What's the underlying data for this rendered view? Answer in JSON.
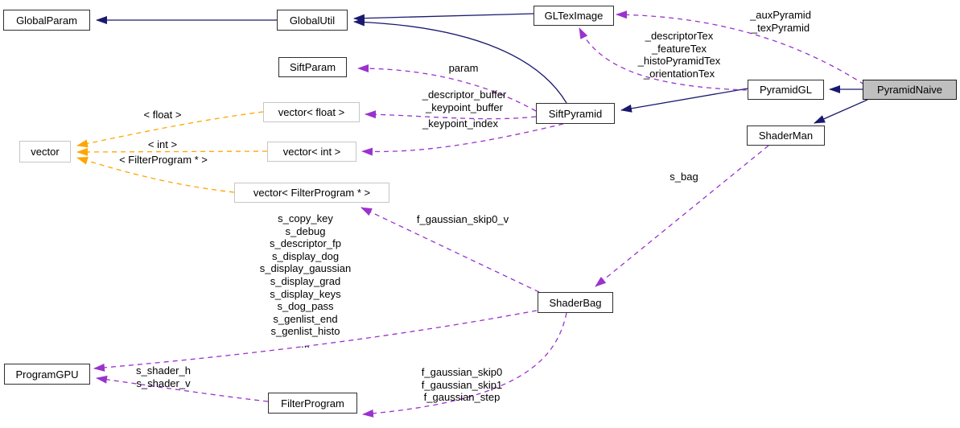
{
  "nodes": {
    "global_param": {
      "label": "GlobalParam"
    },
    "global_util": {
      "label": "GlobalUtil"
    },
    "sift_param": {
      "label": "SiftParam"
    },
    "gl_tex_image": {
      "label": "GLTexImage"
    },
    "sift_pyramid": {
      "label": "SiftPyramid"
    },
    "pyramid_gl": {
      "label": "PyramidGL"
    },
    "pyramid_naive": {
      "label": "PyramidNaive"
    },
    "shader_man": {
      "label": "ShaderMan"
    },
    "vector": {
      "label": "vector"
    },
    "vector_float": {
      "label": "vector< float >"
    },
    "vector_int": {
      "label": "vector< int >"
    },
    "vector_filter": {
      "label": "vector< FilterProgram * >"
    },
    "shader_bag": {
      "label": "ShaderBag"
    },
    "program_gpu": {
      "label": "ProgramGPU"
    },
    "filter_program": {
      "label": "FilterProgram"
    }
  },
  "edge_labels": {
    "param": "param",
    "descriptor_keypoint_buffer": "_descriptor_buffer\n_keypoint_buffer",
    "keypoint_index": "_keypoint_index",
    "aux_tex_pyramid": "_auxPyramid\n_texPyramid",
    "pyramid_textures": "_descriptorTex\n_featureTex\n_histoPyramidTex\n_orientationTex",
    "s_bag": "s_bag",
    "f_gaussian_skip0_v": "f_gaussian_skip0_v",
    "shader_members": "s_copy_key\ns_debug\ns_descriptor_fp\ns_display_dog\ns_display_gaussian\ns_display_grad\ns_display_keys\ns_dog_pass\ns_genlist_end\ns_genlist_histo\n...",
    "shader_hv": "s_shader_h\ns_shader_v",
    "f_gaussian_filters": "f_gaussian_skip0\nf_gaussian_skip1\nf_gaussian_step",
    "tpl_float": "< float >",
    "tpl_int": "< int >",
    "tpl_filter": "< FilterProgram * >"
  },
  "colors": {
    "inheritance": "#191970",
    "usage": "#9a32cd",
    "template": "#ffa500",
    "current_fill": "#bfbfbf"
  }
}
